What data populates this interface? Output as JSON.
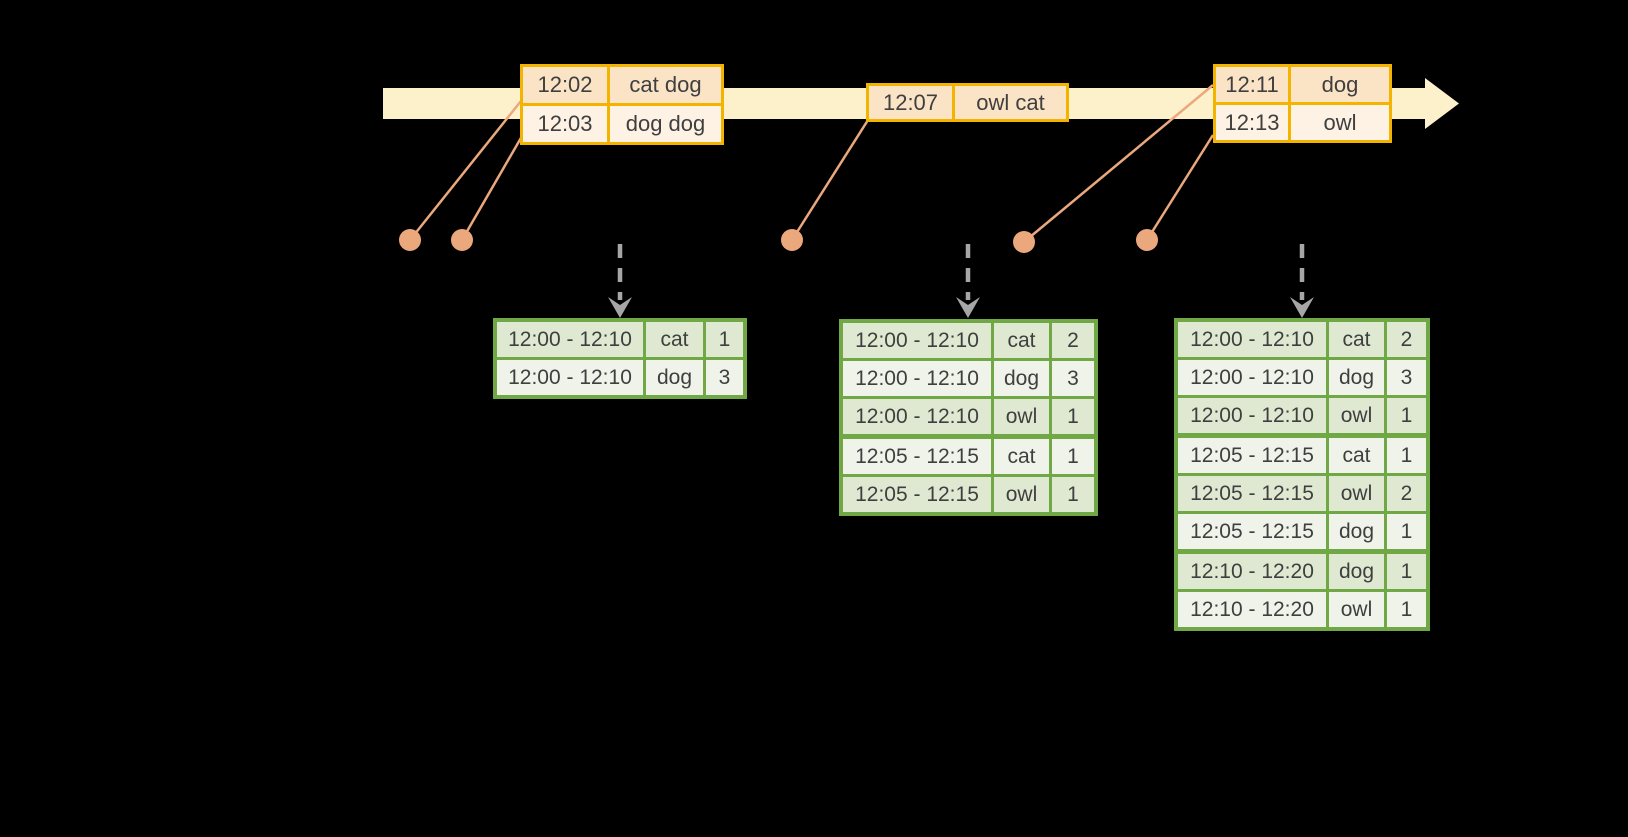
{
  "palette": {
    "background": "#000000",
    "timeline_band": "#FDF1CC",
    "event_table_border": "#F3B400",
    "event_row_dark": "#FBE3C6",
    "event_row_light": "#FDF2E4",
    "connector_salmon": "#ECA87D",
    "trigger_arrow_gray": "#A6A6A6",
    "result_table_border": "#70A845",
    "result_row_dark": "#DFE9D2",
    "result_row_light": "#EFF3EA",
    "text": "#3F3F3F"
  },
  "timeline": {
    "event_batches": [
      {
        "rows": [
          {
            "time": "12:02",
            "words": "cat dog"
          },
          {
            "time": "12:03",
            "words": "dog dog"
          }
        ]
      },
      {
        "rows": [
          {
            "time": "12:07",
            "words": "owl cat"
          }
        ]
      },
      {
        "rows": [
          {
            "time": "12:11",
            "words": "dog"
          },
          {
            "time": "12:13",
            "words": "owl"
          }
        ]
      }
    ]
  },
  "result_tables": [
    {
      "rows": [
        {
          "window": "12:00 - 12:10",
          "word": "cat",
          "count": "1"
        },
        {
          "window": "12:00 - 12:10",
          "word": "dog",
          "count": "3"
        }
      ]
    },
    {
      "rows": [
        {
          "window": "12:00 - 12:10",
          "word": "cat",
          "count": "2"
        },
        {
          "window": "12:00 - 12:10",
          "word": "dog",
          "count": "3"
        },
        {
          "window": "12:00 - 12:10",
          "word": "owl",
          "count": "1"
        },
        {
          "window": "12:05 - 12:15",
          "word": "cat",
          "count": "1"
        },
        {
          "window": "12:05 - 12:15",
          "word": "owl",
          "count": "1"
        }
      ]
    },
    {
      "rows": [
        {
          "window": "12:00 - 12:10",
          "word": "cat",
          "count": "2"
        },
        {
          "window": "12:00 - 12:10",
          "word": "dog",
          "count": "3"
        },
        {
          "window": "12:00 - 12:10",
          "word": "owl",
          "count": "1"
        },
        {
          "window": "12:05 - 12:15",
          "word": "cat",
          "count": "1"
        },
        {
          "window": "12:05 - 12:15",
          "word": "owl",
          "count": "2"
        },
        {
          "window": "12:05 - 12:15",
          "word": "dog",
          "count": "1"
        },
        {
          "window": "12:10 - 12:20",
          "word": "dog",
          "count": "1"
        },
        {
          "window": "12:10 - 12:20",
          "word": "owl",
          "count": "1"
        }
      ]
    }
  ]
}
